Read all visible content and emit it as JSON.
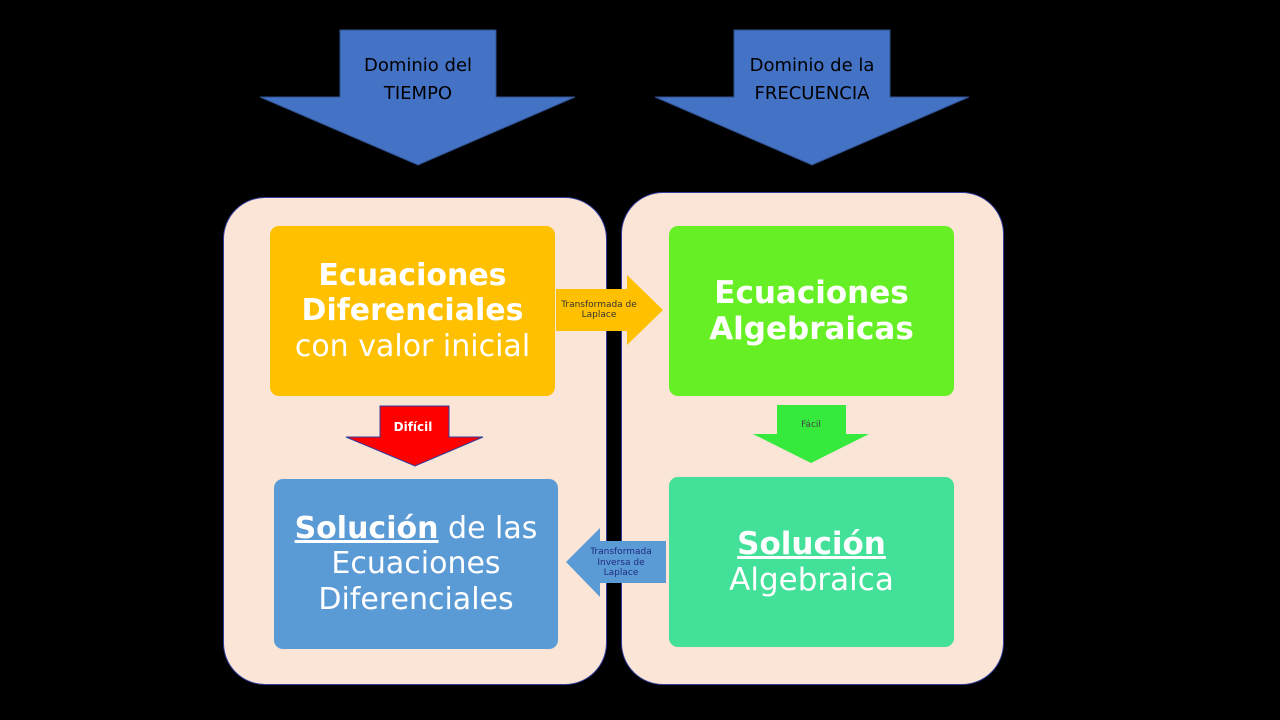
{
  "header": {
    "time_domain": "Dominio del TIEMPO",
    "frequency_domain": "Dominio de la FRECUENCIA"
  },
  "boxes": {
    "differential_equations": {
      "line1": "Ecuaciones",
      "line2": "Diferenciales",
      "line3": "con valor inicial"
    },
    "algebraic_equations": {
      "line1": "Ecuaciones",
      "line2": "Algebraicas"
    },
    "differential_solution": {
      "keyword": "Solución",
      "rest1": " de las",
      "line2": "Ecuaciones",
      "line3": "Diferenciales"
    },
    "algebraic_solution": {
      "keyword": "Solución",
      "line2": "Algebraica"
    }
  },
  "arrows": {
    "laplace_transform": "Transformada de Laplace",
    "inverse_laplace_transform": "Transformada Inversa de Laplace",
    "difficult": "Difícil",
    "easy": "Fácil"
  },
  "colors": {
    "background": "#000000",
    "panel": "#fbe5d6",
    "blue_arrow": "#4472c4",
    "yellow_box": "#ffc000",
    "green_box": "#67ef26",
    "blue_box": "#5b9bd5",
    "teal_box": "#42e099",
    "red_arrow": "#ff0000",
    "green_arrow": "#35ea3c",
    "transform_arrow_right": "#ffc000",
    "transform_arrow_left": "#5b9bd5"
  }
}
